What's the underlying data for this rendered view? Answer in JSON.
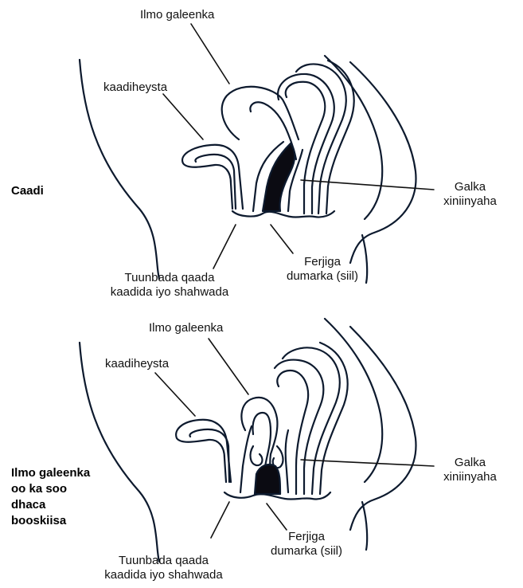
{
  "colors": {
    "outline": "#0d1a2e",
    "fill_dark": "#0b0b12",
    "background": "#ffffff"
  },
  "top": {
    "title": "Caadi",
    "label_uterus": "Ilmo galeenka",
    "label_bladder": "kaadiheysta",
    "label_rectum_1": "Galka",
    "label_rectum_2": "xiniinyaha",
    "label_urethra_1": "Tuunbada qaada",
    "label_urethra_2": "kaadida iyo shahwada",
    "label_vagina_1": "Ferjiga",
    "label_vagina_2": "dumarka (siil)"
  },
  "bottom": {
    "title_1": "Ilmo galeenka",
    "title_2": "oo ka soo",
    "title_3": "dhaca",
    "title_4": "booskiisa",
    "label_uterus": "Ilmo galeenka",
    "label_bladder": "kaadiheysta",
    "label_rectum_1": "Galka",
    "label_rectum_2": "xiniinyaha",
    "label_urethra_1": "Tuunbada qaada",
    "label_urethra_2": "kaadida iyo shahwada",
    "label_vagina_1": "Ferjiga",
    "label_vagina_2": "dumarka (siil)"
  }
}
